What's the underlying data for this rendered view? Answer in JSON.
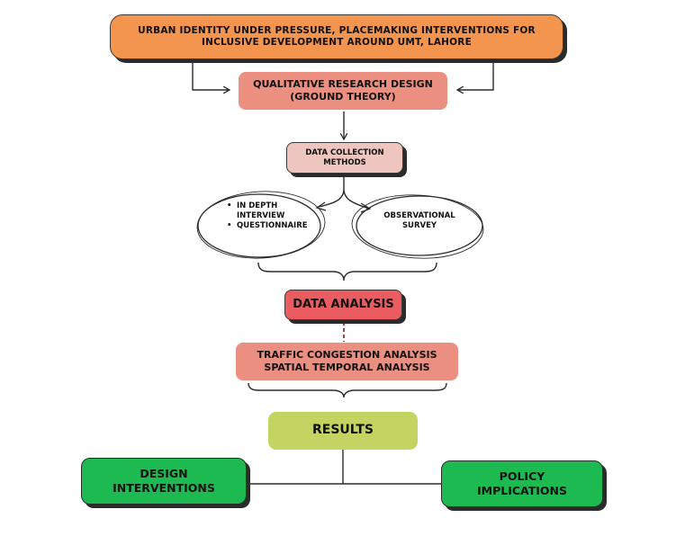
{
  "title_box": {
    "lines": [
      "URBAN IDENTITY UNDER PRESSURE, PLACEMAKING INTERVENTIONS FOR",
      "INCLUSIVE DEVELOPMENT AROUND UMT, LAHORE"
    ],
    "fill": "#f4954f"
  },
  "research_design": {
    "lines": [
      "QUALITATIVE RESEARCH DESIGN",
      "(GROUND THEORY)"
    ],
    "fill": "#eb8f80"
  },
  "data_collection": {
    "lines": [
      "DATA COLLECTION",
      "METHODS"
    ],
    "fill": "#eec6bf"
  },
  "interview_oval": {
    "items": [
      "IN DEPTH INTERVIEW",
      "QUESTIONNAIRE"
    ],
    "item_lines": [
      [
        "IN DEPTH",
        "INTERVIEW"
      ],
      [
        "QUESTIONNAIRE"
      ]
    ],
    "bullet": "•"
  },
  "observation_oval": {
    "lines": [
      "OBSERVATIONAL",
      "SURVEY"
    ]
  },
  "data_analysis": {
    "label": "DATA ANALYSIS",
    "fill": "#ea5c60"
  },
  "analysis_methods": {
    "lines": [
      "TRAFFIC CONGESTION ANALYSIS",
      "SPATIAL TEMPORAL ANALYSIS"
    ],
    "fill": "#eb8f80"
  },
  "results": {
    "label": "RESULTS",
    "fill": "#c3d463"
  },
  "design_interventions": {
    "lines": [
      "DESIGN",
      "INTERVENTIONS"
    ],
    "fill": "#1dba52"
  },
  "policy_implications": {
    "lines": [
      "POLICY",
      "IMPLICATIONS"
    ],
    "fill": "#1dba52"
  },
  "colors": {
    "stroke": "#2b2b2b",
    "dashed_link": "#8b1a1a"
  }
}
